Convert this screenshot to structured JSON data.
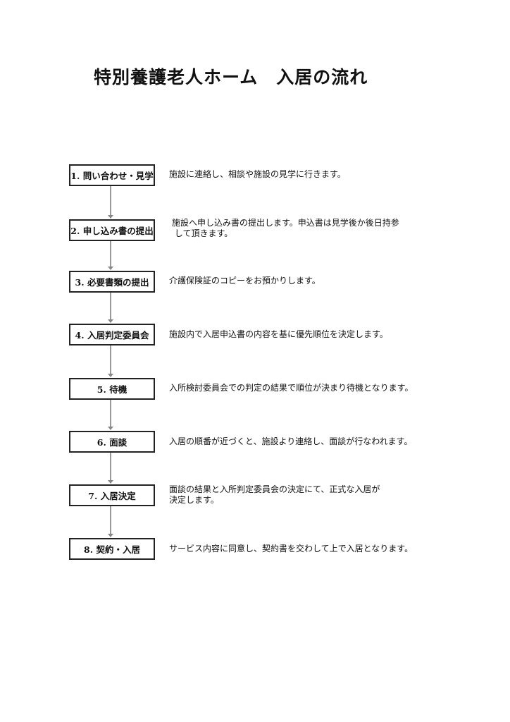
{
  "title": "特別養護老人ホーム　入居の流れ",
  "steps": [
    {
      "label": "1. 問い合わせ・見学",
      "desc": "施設に連絡し、相談や施設の見学に行きます。"
    },
    {
      "label": "2. 申し込み書の提出",
      "desc": "施設へ申し込み書の提出します。申込書は見学後か後日持参\n して頂きます。"
    },
    {
      "label": "3. 必要書類の提出",
      "desc": "介護保険証のコピーをお預かりします。"
    },
    {
      "label": "4. 入居判定委員会",
      "desc": "施設内で入居申込書の内容を基に優先順位を決定します。"
    },
    {
      "label": "5. 待機",
      "desc": "入所検討委員会での判定の結果で順位が決まり待機となります。"
    },
    {
      "label": "6. 面談",
      "desc": "入居の順番が近づくと、施設より連絡し、面談が行なわれます。"
    },
    {
      "label": "7. 入居決定",
      "desc": "面談の結果と入所判定委員会の決定にて、正式な入居が\n決定します。"
    },
    {
      "label": "8. 契約・入居",
      "desc": "サービス内容に同意し、契約書を交わして上で入居となります。"
    }
  ]
}
